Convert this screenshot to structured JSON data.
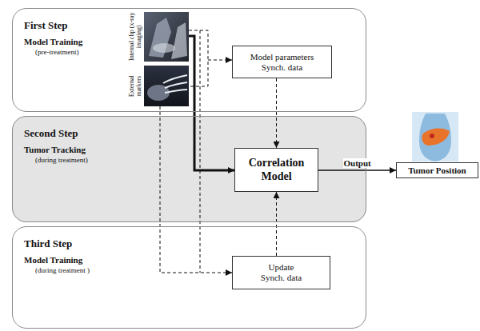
{
  "diagram": {
    "nodes": [
      {
        "text": [
          "First Step",
          "Model Training",
          "(pre-treatment)"
        ]
      },
      {
        "text": [
          "Model parameters Synch. data"
        ],
        "in": 0
      },
      {
        "text": [
          "Second Step",
          "Tumor Tracking",
          "(during treatment)"
        ]
      },
      {
        "text": [
          "Correlation Model"
        ],
        "in": 2
      },
      {
        "text": [
          "Third Step",
          "Model Training",
          "(during treatment )"
        ]
      },
      {
        "text": [
          "Update Synch. data"
        ],
        "in": 4
      },
      {
        "text": [
          "Tumor Position"
        ]
      }
    ],
    "edges": [
      {
        "from": 1,
        "to": 3,
        "arrow": "to"
      },
      {
        "from": 5,
        "to": 3,
        "arrow": "to"
      },
      {
        "from": 3,
        "to": 6,
        "label": "Output",
        "arrow": "to"
      }
    ],
    "labels": [
      "Internal clip (x-ray imaging)",
      "External markers"
    ]
  }
}
